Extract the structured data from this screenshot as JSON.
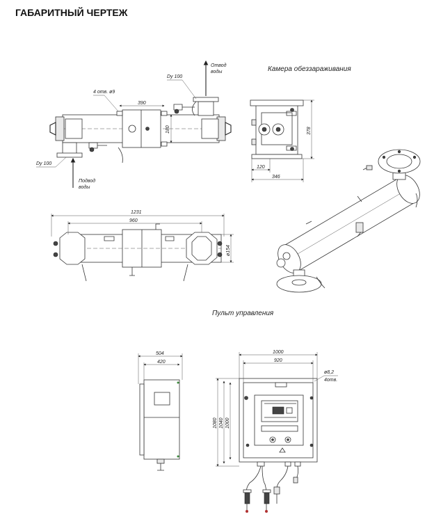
{
  "title": "ГАБАРИТНЫЙ ЧЕРТЕЖ",
  "captions": {
    "chamber": "Камера обеззараживания",
    "panel": "Пульт управления"
  },
  "labels": {
    "outlet_line1": "Отвод",
    "outlet_line2": "воды",
    "inlet_line1": "Подвод",
    "inlet_line2": "воды",
    "dy_top": "Dy 100",
    "dy_bottom": "Dy 100",
    "holes": "4 отв. ø9",
    "holes_panel_line1": "ø8,2",
    "holes_panel_line2": "4отв."
  },
  "dimensions": {
    "side_390": "390",
    "side_180": "180",
    "end_378": "378",
    "end_120": "120",
    "end_346": "346",
    "top_1231": "1231",
    "top_960": "960",
    "top_154": "ø154",
    "panel_504": "504",
    "panel_420": "420",
    "panel_1000w": "1000",
    "panel_920": "920",
    "panel_1080": "1080",
    "panel_1040": "1040",
    "panel_1000h": "1000"
  },
  "colors": {
    "line": "#333333",
    "accent_green": "#3a8a3a",
    "accent_red": "#b03030"
  }
}
